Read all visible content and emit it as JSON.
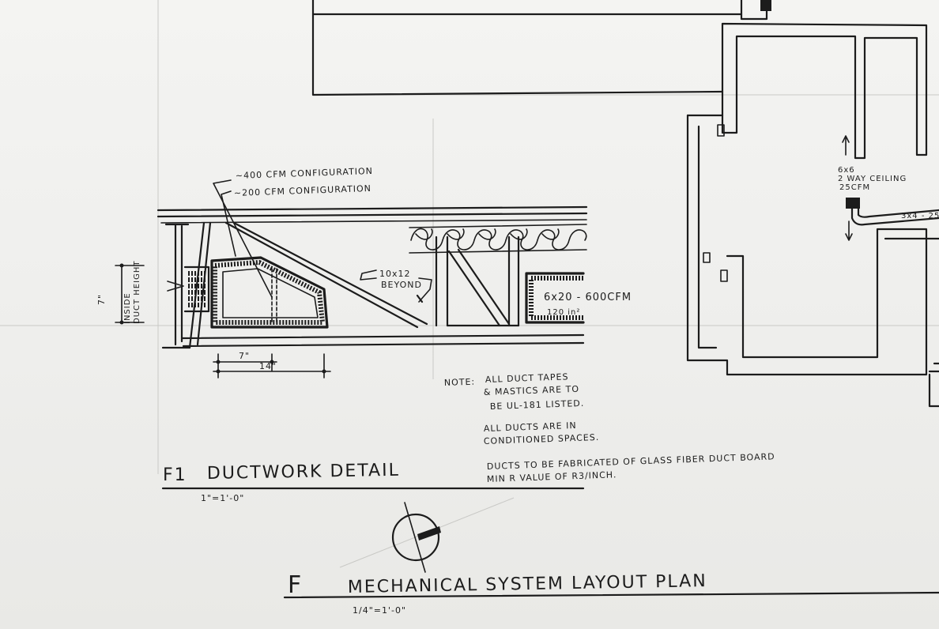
{
  "detail": {
    "tag": "F1",
    "title": "DUCTWORK DETAIL",
    "scale": "1\"=1'-0\"",
    "callout_400": "~400 CFM CONFIGURATION",
    "callout_200": "~200 CFM CONFIGURATION",
    "beyond_1": "10x12",
    "beyond_2": "BEYOND",
    "duct_label": "6x20 - 600CFM",
    "duct_area": "120 in²",
    "height_dim": "7\"",
    "height_note_1": "INSIDE",
    "height_note_2": "DUCT HEIGHT",
    "width_dim_1": "7\"",
    "width_dim_2": "14\""
  },
  "notes": {
    "heading": "NOTE:",
    "lines": [
      "ALL DUCT TAPES",
      "& MASTICS ARE TO",
      "BE UL-181 LISTED.",
      "ALL DUCTS ARE IN",
      "CONDITIONED SPACES.",
      "DUCTS TO BE FABRICATED OF GLASS FIBER DUCT BOARD",
      "MIN R VALUE OF R3/INCH."
    ]
  },
  "plan": {
    "tag": "F",
    "title": "MECHANICAL SYSTEM LAYOUT PLAN",
    "scale": "1/4\"=1'-0\"",
    "register_1": "6x6",
    "register_2": "2 WAY CEILING",
    "register_3": "25CFM",
    "duct_tag": "3x4 - 25"
  }
}
